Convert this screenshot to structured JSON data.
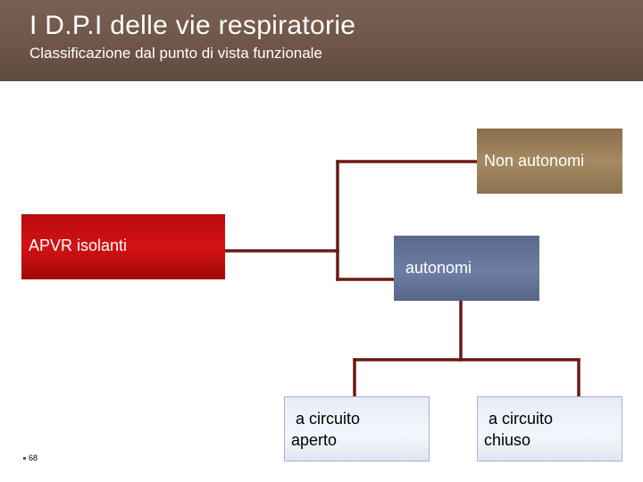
{
  "header": {
    "title": "I D.P.I delle vie respiratorie",
    "subtitle": "Classificazione dal punto di vista funzionale"
  },
  "diagram": {
    "nodes": {
      "root": "APVR isolanti",
      "non_autonomi": "Non autonomi",
      "autonomi": "autonomi",
      "circuito_aperto": " a circuito\naperto",
      "circuito_chiuso": " a circuito\nchiuso"
    },
    "connector_color": "#6b1a14"
  },
  "footer": {
    "page_number": "68"
  }
}
